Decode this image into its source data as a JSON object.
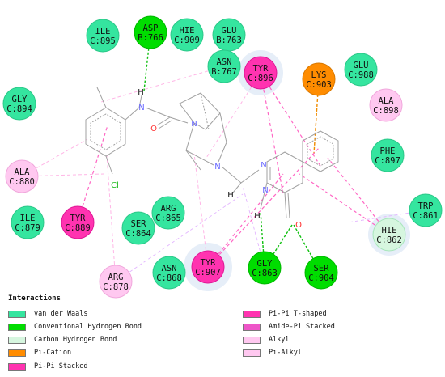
{
  "residues": [
    {
      "id": "ile895",
      "name": "ILE",
      "chain": "C:895",
      "type": "vdw"
    },
    {
      "id": "asp766",
      "name": "ASP",
      "chain": "B:766",
      "type": "hbond"
    },
    {
      "id": "hie909",
      "name": "HIE",
      "chain": "C:909",
      "type": "vdw"
    },
    {
      "id": "glu763",
      "name": "GLU",
      "chain": "B:763",
      "type": "vdw"
    },
    {
      "id": "asn767",
      "name": "ASN",
      "chain": "B:767",
      "type": "vdw"
    },
    {
      "id": "tyr896",
      "name": "TYR",
      "chain": "C:896",
      "type": "pistack"
    },
    {
      "id": "lys903",
      "name": "LYS",
      "chain": "C:903",
      "type": "cation"
    },
    {
      "id": "glu988",
      "name": "GLU",
      "chain": "C:988",
      "type": "vdw"
    },
    {
      "id": "gly894",
      "name": "GLY",
      "chain": "C:894",
      "type": "vdw"
    },
    {
      "id": "ala898",
      "name": "ALA",
      "chain": "C:898",
      "type": "pialkyl"
    },
    {
      "id": "phe897",
      "name": "PHE",
      "chain": "C:897",
      "type": "vdw"
    },
    {
      "id": "ala880",
      "name": "ALA",
      "chain": "C:880",
      "type": "pialkyl"
    },
    {
      "id": "trp861",
      "name": "TRP",
      "chain": "C:861",
      "type": "vdw"
    },
    {
      "id": "ile879",
      "name": "ILE",
      "chain": "C:879",
      "type": "vdw"
    },
    {
      "id": "tyr889",
      "name": "TYR",
      "chain": "C:889",
      "type": "pistack"
    },
    {
      "id": "arg865",
      "name": "ARG",
      "chain": "C:865",
      "type": "vdw"
    },
    {
      "id": "ser864",
      "name": "SER",
      "chain": "C:864",
      "type": "vdw"
    },
    {
      "id": "tyr907",
      "name": "TYR",
      "chain": "C:907",
      "type": "pistack"
    },
    {
      "id": "hie862",
      "name": "HIE",
      "chain": "C:862",
      "type": "chbond"
    },
    {
      "id": "asn868",
      "name": "ASN",
      "chain": "C:868",
      "type": "vdw"
    },
    {
      "id": "arg878",
      "name": "ARG",
      "chain": "C:878",
      "type": "pialkyl"
    },
    {
      "id": "gly863",
      "name": "GLY",
      "chain": "C:863",
      "type": "hbond"
    },
    {
      "id": "ser904",
      "name": "SER",
      "chain": "C:904",
      "type": "hbond"
    }
  ],
  "atoms": {
    "n": "N",
    "o": "O",
    "cl": "Cl",
    "h": "H"
  },
  "legend": {
    "title": "Interactions",
    "items": [
      {
        "label": "van der Waals",
        "color": "#35e59f"
      },
      {
        "label": "Conventional Hydrogen Bond",
        "color": "#00dd00"
      },
      {
        "label": "Carbon Hydrogen Bond",
        "color": "#d6f6df"
      },
      {
        "label": "Pi-Cation",
        "color": "#ff8c00"
      },
      {
        "label": "Pi-Pi Stacked",
        "color": "#ff33b0"
      },
      {
        "label": "Pi-Pi T-shaped",
        "color": "#ff33b0"
      },
      {
        "label": "Amide-Pi Stacked",
        "color": "#ee55c8"
      },
      {
        "label": "Alkyl",
        "color": "#ffc8f0"
      },
      {
        "label": "Pi-Alkyl",
        "color": "#ffc8f0"
      }
    ]
  },
  "colors": {
    "vdw": "#35e59f",
    "hbond": "#00dd00",
    "chbond": "#d6f6df",
    "cation": "#ff8c00",
    "pistack": "#ff33b0",
    "pialkyl": "#ffc8f0",
    "pink_line": "#ff66c4",
    "light_pink_line": "#ffb6e6",
    "hbond_line": "#10c010",
    "cation_line": "#f08c00",
    "lavender_line": "#e3b5ff",
    "bond": "#a0a0a0",
    "n_atom": "#6a6aff",
    "o_atom": "#ff3030",
    "cl_atom": "#22bb22",
    "halo": "#e6eef8"
  }
}
